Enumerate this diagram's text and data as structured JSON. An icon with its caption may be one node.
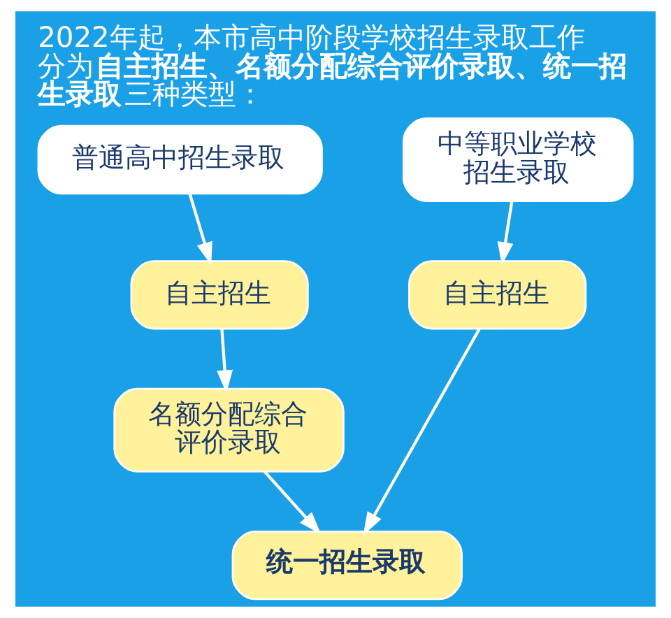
{
  "diagram": {
    "title": "2022年起，本市高中阶段学校招生录取工作分为**自主招生、名额分配综合评价录取、统一招生录取**三种类型：",
    "nodes": [
      {
        "text": [
          "普通高中招生录取"
        ]
      },
      {
        "text": [
          "中等职业学校招生录取"
        ]
      },
      {
        "text": [
          "自主招生"
        ]
      },
      {
        "text": [
          "自主招生"
        ]
      },
      {
        "text": [
          "名额分配综合评价录取"
        ]
      },
      {
        "text": [
          "统一招生录取"
        ]
      }
    ],
    "edges": [
      {
        "from": 0,
        "to": 2,
        "arrow": "to"
      },
      {
        "from": 2,
        "to": 4,
        "arrow": "to"
      },
      {
        "from": 4,
        "to": 5,
        "arrow": "to"
      },
      {
        "from": 1,
        "to": 3,
        "arrow": "to"
      },
      {
        "from": 3,
        "to": 5,
        "arrow": "to"
      }
    ]
  }
}
